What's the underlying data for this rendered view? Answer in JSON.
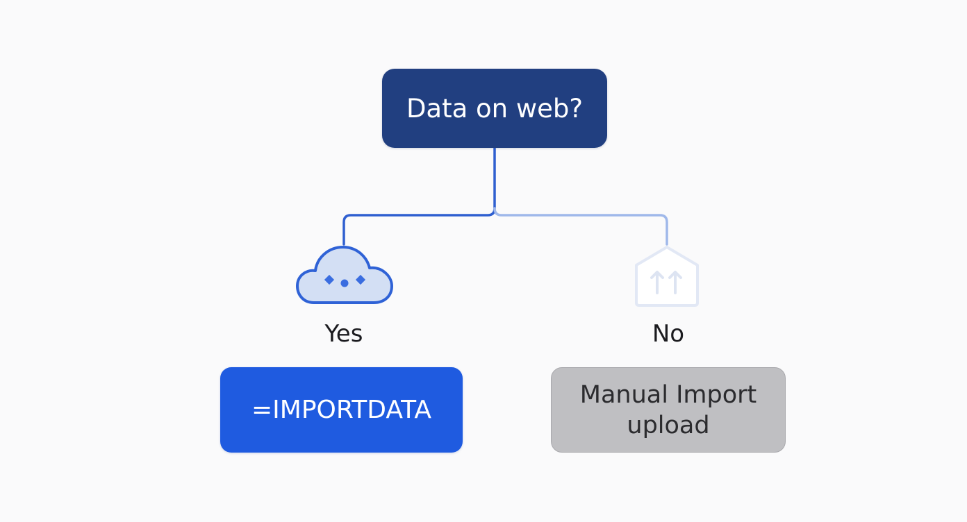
{
  "flowchart": {
    "question": "Data on web?",
    "branches": [
      {
        "label": "Yes",
        "icon": "cloud-icon",
        "result": "=IMPORTDATA",
        "color": "#1f5be0"
      },
      {
        "label": "No",
        "icon": "upload-box-icon",
        "result_lines": [
          "Manual Import",
          "upload"
        ],
        "color": "#bfbfc2"
      }
    ]
  },
  "colors": {
    "question_box": "#213f80",
    "connector_strong": "#2f5fd0",
    "connector_faint": "#9fb8ea",
    "background": "#fafafb"
  }
}
